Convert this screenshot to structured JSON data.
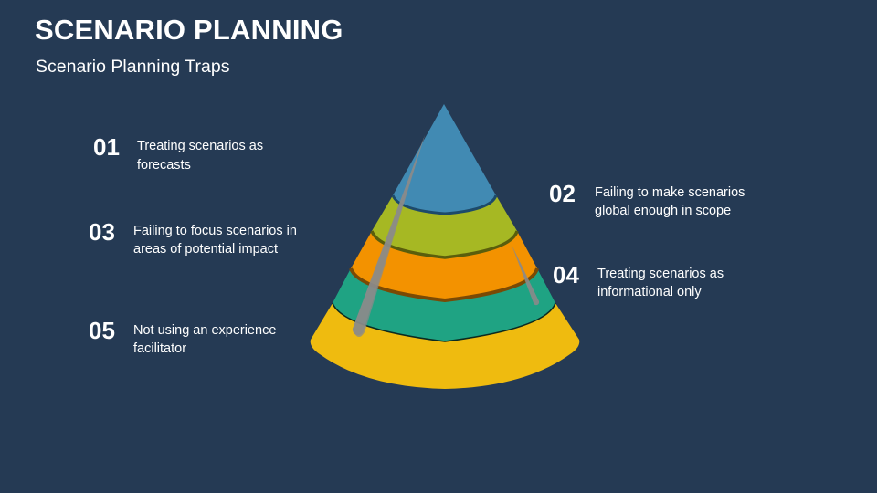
{
  "header": {
    "title": "SCENARIO PLANNING",
    "subtitle": "Scenario Planning Traps"
  },
  "items": [
    {
      "number": "01",
      "line1": "Treating scenarios as",
      "line2": "forecasts"
    },
    {
      "number": "02",
      "line1": "Failing to make scenarios",
      "line2": "global enough in scope"
    },
    {
      "number": "03",
      "line1": "Failing to focus scenarios in",
      "line2": "areas of potential impact"
    },
    {
      "number": "04",
      "line1": "Treating scenarios as",
      "line2": "informational only"
    },
    {
      "number": "05",
      "line1": "Not using an experience",
      "line2": "facilitator"
    }
  ],
  "cone": {
    "layers": [
      {
        "name": "top",
        "color": "#418ab3",
        "rim": "#1d4a6a"
      },
      {
        "name": "second",
        "color": "#a6b823",
        "rim": "#5a5e0c"
      },
      {
        "name": "third",
        "color": "#f39200",
        "rim": "#7a4a05"
      },
      {
        "name": "fourth",
        "color": "#1fa383",
        "rim": "#0b2a20"
      },
      {
        "name": "base",
        "color": "#efbb0f"
      }
    ],
    "highlight_color": "#8a8a8a"
  },
  "colors": {
    "background": "#253a54",
    "text": "#ffffff"
  }
}
